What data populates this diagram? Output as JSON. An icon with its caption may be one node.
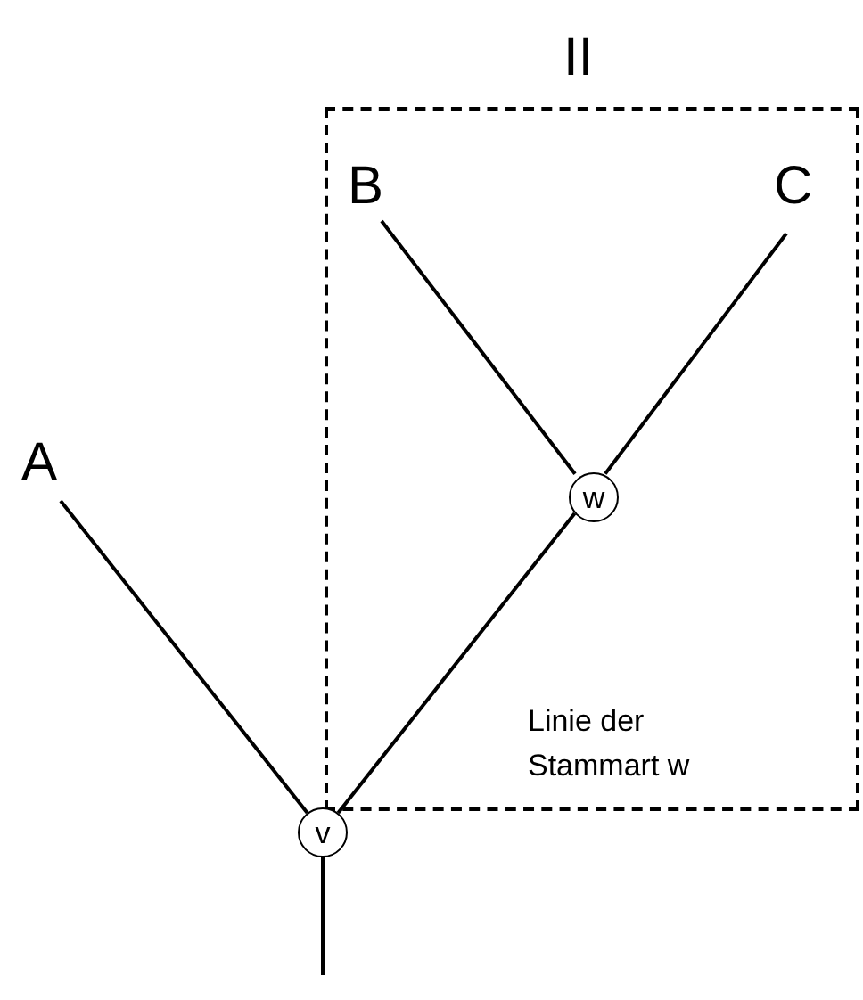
{
  "diagram": {
    "nodes": [
      {
        "text": [
          "II",
          "Linie der Stammart w"
        ]
      },
      {
        "text": [
          "B"
        ],
        "in": 0
      },
      {
        "text": [
          "C"
        ],
        "in": 0
      },
      {
        "text": [
          "A"
        ]
      },
      {
        "text": [
          "w"
        ],
        "in": 0
      },
      {
        "text": [
          "v"
        ]
      }
    ],
    "edges": [
      {
        "from": 1,
        "to": 4,
        "arrow": "none"
      },
      {
        "from": 2,
        "to": 4,
        "arrow": "none"
      },
      {
        "from": 4,
        "to": 5,
        "arrow": "none"
      },
      {
        "from": 3,
        "to": 5,
        "arrow": "none"
      },
      {
        "from": 5,
        "to": null,
        "arrow": "none"
      }
    ]
  }
}
